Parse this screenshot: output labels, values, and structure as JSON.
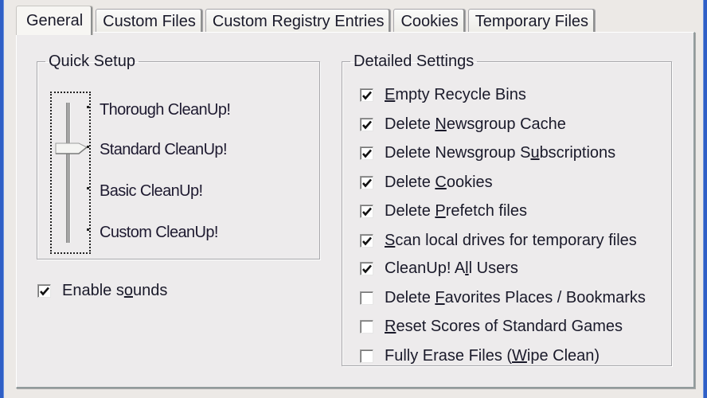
{
  "tabs": [
    {
      "label": "General",
      "active": true
    },
    {
      "label": "Custom Files",
      "active": false
    },
    {
      "label": "Custom Registry Entries",
      "active": false
    },
    {
      "label": "Cookies",
      "active": false
    },
    {
      "label": "Temporary Files",
      "active": false
    }
  ],
  "quick_setup": {
    "legend": "Quick Setup",
    "levels": [
      {
        "label": "Thorough CleanUp!"
      },
      {
        "label": "Standard CleanUp!"
      },
      {
        "label": "Basic CleanUp!"
      },
      {
        "label": "Custom CleanUp!"
      }
    ],
    "selected_level": "Standard CleanUp!"
  },
  "enable_sounds": {
    "label_pre": "Enable s",
    "label_key": "o",
    "label_post": "unds",
    "checked": true
  },
  "detailed_settings": {
    "legend": "Detailed Settings",
    "items": [
      {
        "pre": "",
        "key": "E",
        "post": "mpty Recycle Bins",
        "checked": true
      },
      {
        "pre": "Delete ",
        "key": "N",
        "post": "ewsgroup Cache",
        "checked": true
      },
      {
        "pre": "Delete Newsgroup S",
        "key": "u",
        "post": "bscriptions",
        "checked": true
      },
      {
        "pre": "Delete ",
        "key": "C",
        "post": "ookies",
        "checked": true
      },
      {
        "pre": "Delete ",
        "key": "P",
        "post": "refetch files",
        "checked": true
      },
      {
        "pre": "",
        "key": "S",
        "post": "can local drives for temporary files",
        "checked": true
      },
      {
        "pre": "CleanUp! A",
        "key": "l",
        "post": "l Users",
        "checked": true
      },
      {
        "pre": "Delete ",
        "key": "F",
        "post": "avorites Places / Bookmarks",
        "checked": false
      },
      {
        "pre": "",
        "key": "R",
        "post": "eset Scores of Standard Games",
        "checked": false
      },
      {
        "pre": "Fully Erase Files (",
        "key": "W",
        "post": "ipe Clean)",
        "checked": false
      }
    ]
  },
  "colors": {
    "window_border": "#2F5FC6",
    "dialog_bg": "#ECE9E6",
    "panel_bg": "#EDEBEC",
    "text": "#1a1a2a"
  }
}
